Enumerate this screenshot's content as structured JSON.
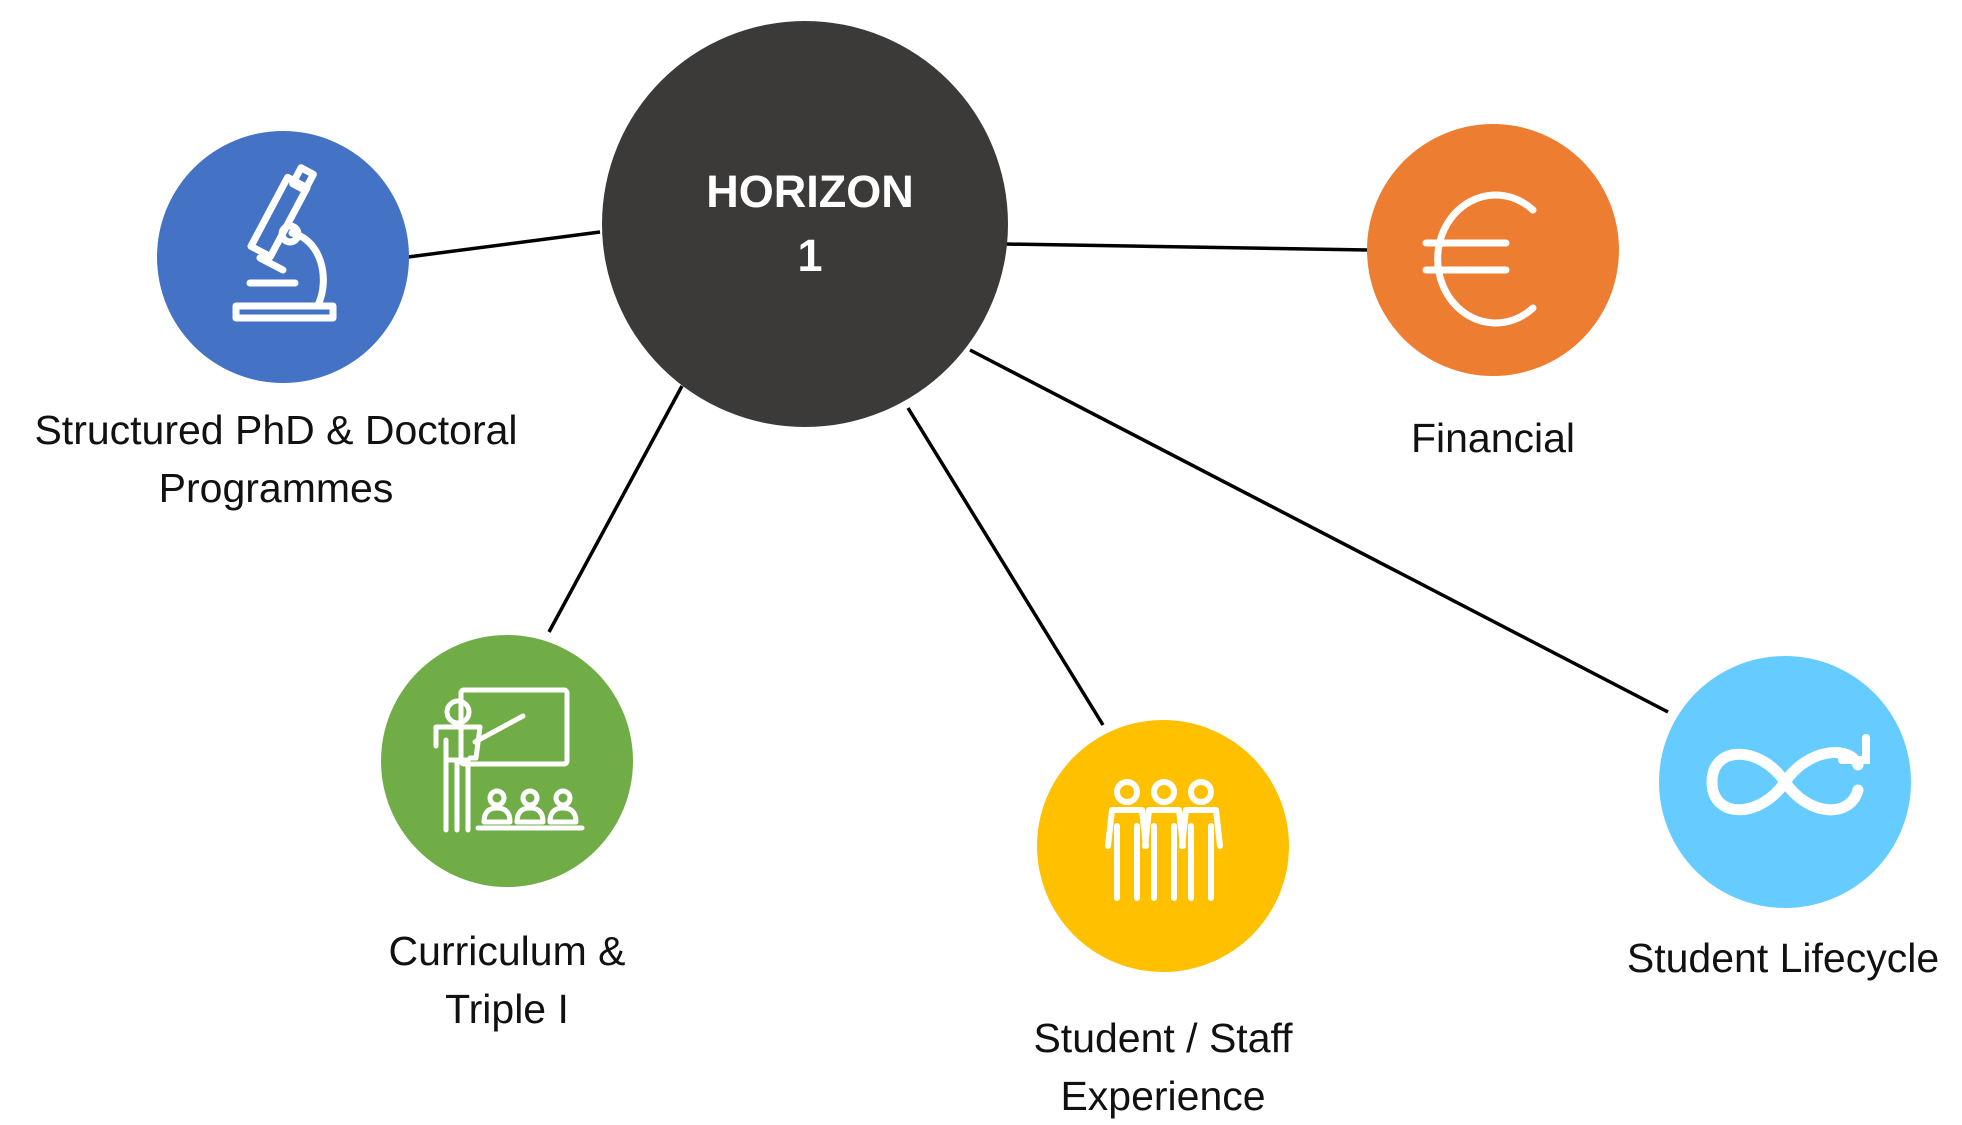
{
  "hub": {
    "line1": "HORIZON",
    "line2": "1",
    "color": "#3b3a39"
  },
  "nodes": [
    {
      "id": "phd",
      "icon": "microscope-icon",
      "color": "#4472c4",
      "label_lines": [
        "Structured PhD & Doctoral",
        "Programmes"
      ]
    },
    {
      "id": "financial",
      "icon": "euro-icon",
      "color": "#ed7d31",
      "label_lines": [
        "Financial"
      ]
    },
    {
      "id": "curriculum",
      "icon": "teacher-classroom-icon",
      "color": "#70ad47",
      "label_lines": [
        "Curriculum &",
        "Triple I"
      ]
    },
    {
      "id": "experience",
      "icon": "people-group-icon",
      "color": "#ffc000",
      "label_lines": [
        "Student / Staff",
        "Experience"
      ]
    },
    {
      "id": "lifecycle",
      "icon": "infinity-loop-icon",
      "color": "#66ccff",
      "label_lines": [
        "Student Lifecycle"
      ]
    }
  ]
}
